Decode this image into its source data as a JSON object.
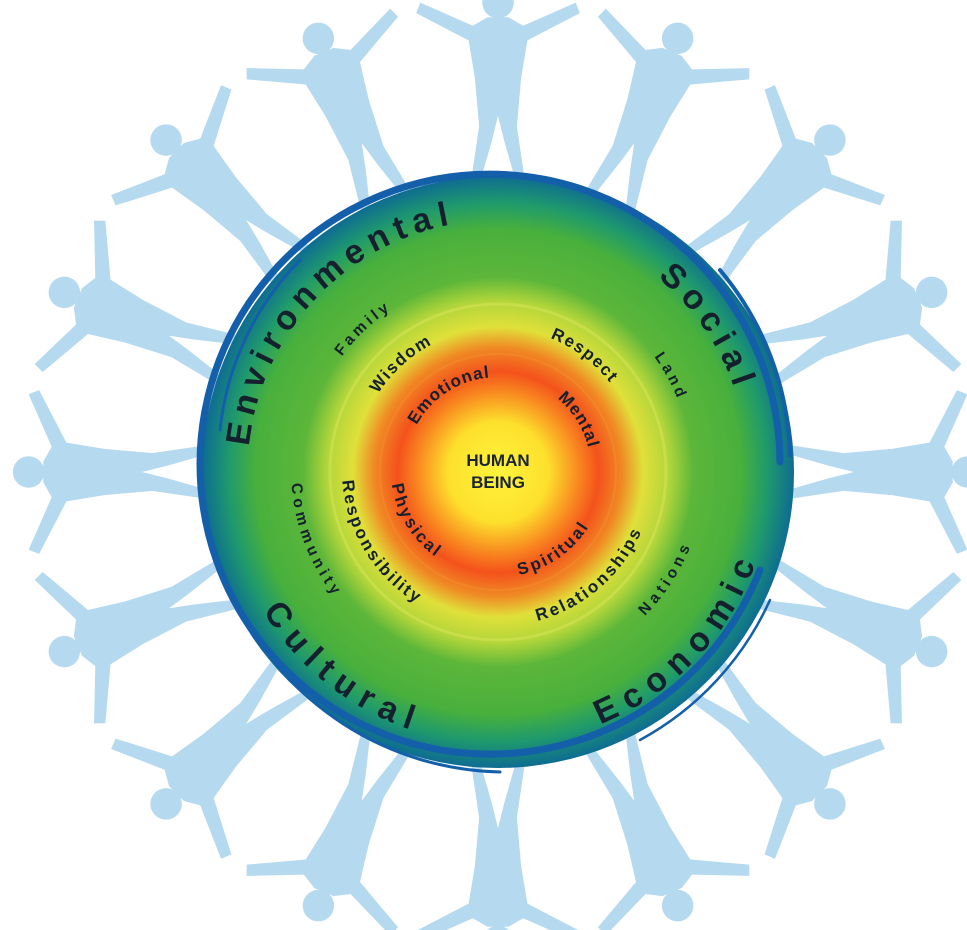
{
  "center": {
    "line1": "HUMAN",
    "line2": "BEING"
  },
  "inner_ring": {
    "emotional": "Emotional",
    "mental": "Mental",
    "spiritual": "Spiritual",
    "physical": "Physical"
  },
  "middle_ring": {
    "wisdom": "Wisdom",
    "respect": "Respect",
    "relationships": "Relationships",
    "responsibility": "Responsibility"
  },
  "community_ring": {
    "family": "Family",
    "land": "Land",
    "nations": "Nations",
    "community": "Community"
  },
  "outer_ring": {
    "environmental": "Environmental",
    "social": "Social",
    "economic": "Economic",
    "cultural": "Cultural"
  },
  "colors": {
    "core_yellow": "#fff23a",
    "inner_orange": "#f7581e",
    "middle_yellow": "#d9e33a",
    "outer_green": "#49b23a",
    "outer_teal": "#117d8c",
    "rim_blue": "#125ea8",
    "figures_blue": "#b5d9ef",
    "text_dark": "#14202e"
  },
  "decoration": {
    "figure_ring": "people-holding-hands-silhouettes"
  }
}
